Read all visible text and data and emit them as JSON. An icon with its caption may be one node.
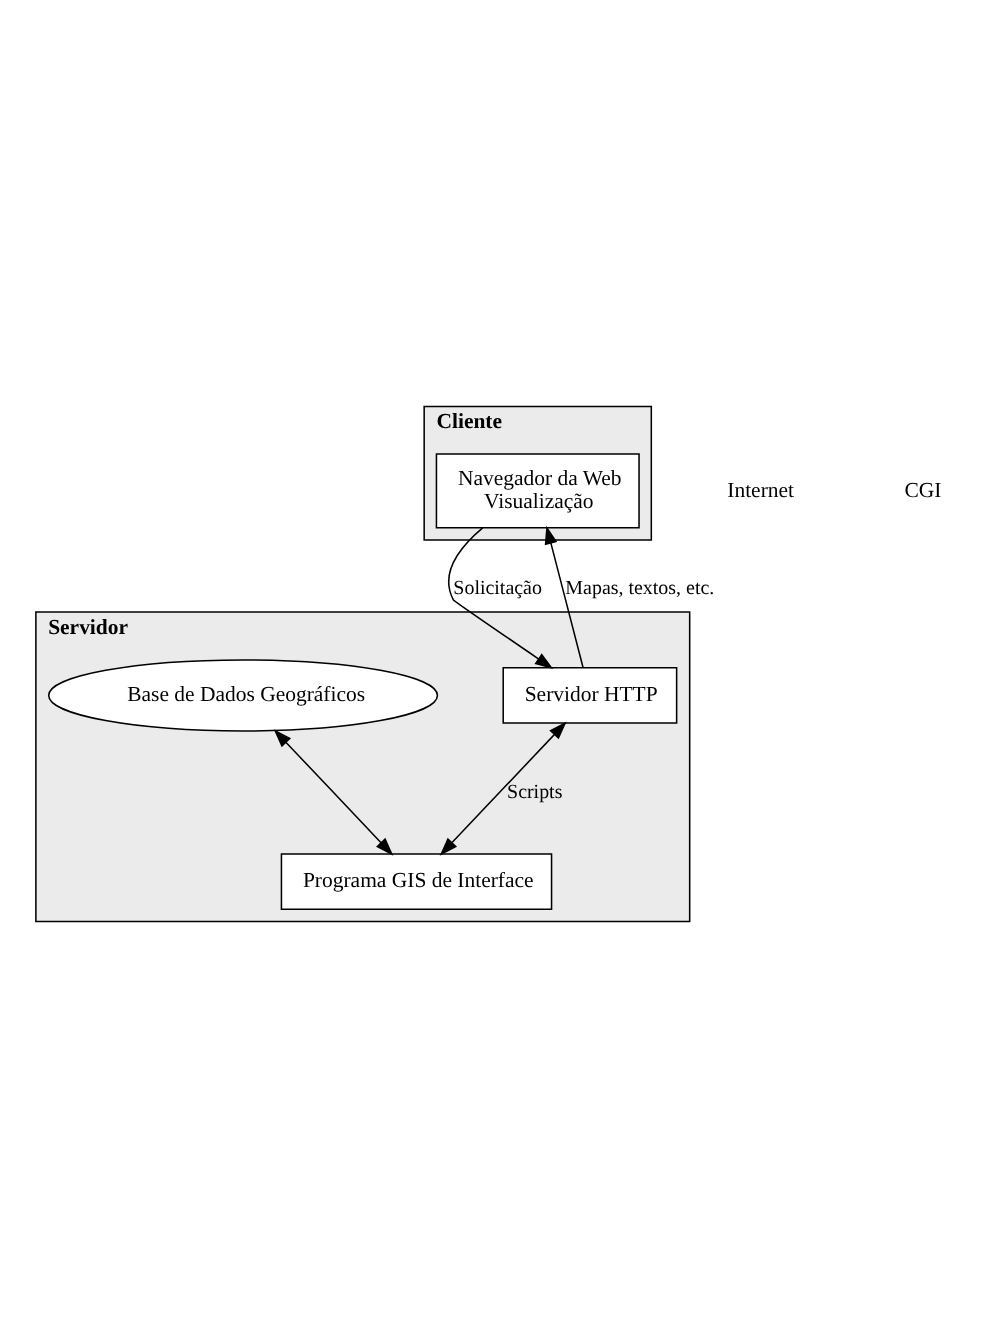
{
  "diagram": {
    "nodes": [
      {
        "text": [
          "Cliente"
        ]
      },
      {
        "text": [
          "Navegador da Web",
          "Visualização"
        ],
        "in": 0
      },
      {
        "text": [
          "Servidor"
        ]
      },
      {
        "text": [
          "Servidor HTTP"
        ],
        "in": 2
      },
      {
        "text": [
          "Base de Dados Geográficos"
        ],
        "in": 2
      },
      {
        "text": [
          "Programa GIS de Interface"
        ],
        "in": 2
      }
    ],
    "edges": [
      {
        "from": 1,
        "to": 3,
        "arrow": "to",
        "label": "Solicitação"
      },
      {
        "from": 3,
        "to": 1,
        "arrow": "to",
        "label": "Mapas, textos, etc."
      },
      {
        "from": 4,
        "to": 5,
        "arrow": "both"
      },
      {
        "from": 3,
        "to": 5,
        "arrow": "both",
        "label": "Scripts"
      }
    ],
    "labels": [
      "Internet",
      "CGI"
    ]
  }
}
